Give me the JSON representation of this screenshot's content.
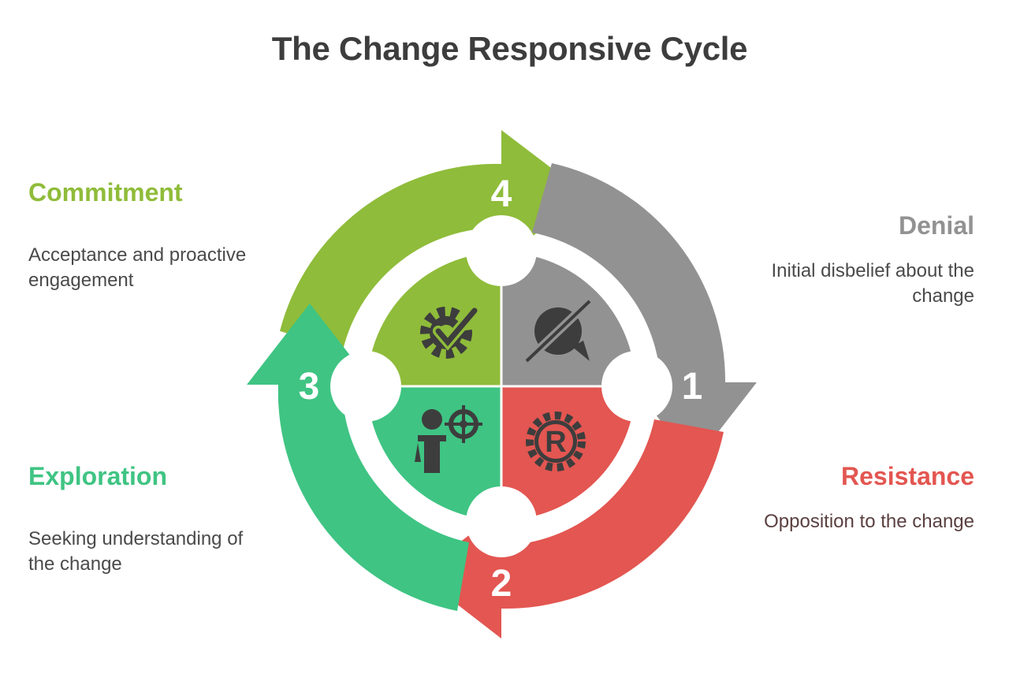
{
  "title": "The Change Responsive Cycle",
  "colors": {
    "denial": "#929292",
    "resistance": "#e35651",
    "exploration": "#3fc483",
    "commitment": "#8fbc3a",
    "title": "#3d3d3d"
  },
  "stages": {
    "denial": {
      "number": "1",
      "title": "Denial",
      "desc": "Initial disbelief about the change",
      "icon": "speech-bubble-slash-icon"
    },
    "resistance": {
      "number": "2",
      "title": "Resistance",
      "desc": "Opposition to the change",
      "icon": "gear-r-icon"
    },
    "exploration": {
      "number": "3",
      "title": "Exploration",
      "desc": "Seeking understanding of the change",
      "icon": "person-target-icon"
    },
    "commitment": {
      "number": "4",
      "title": "Commitment",
      "desc": "Acceptance and proactive engagement",
      "icon": "gear-check-icon"
    }
  }
}
